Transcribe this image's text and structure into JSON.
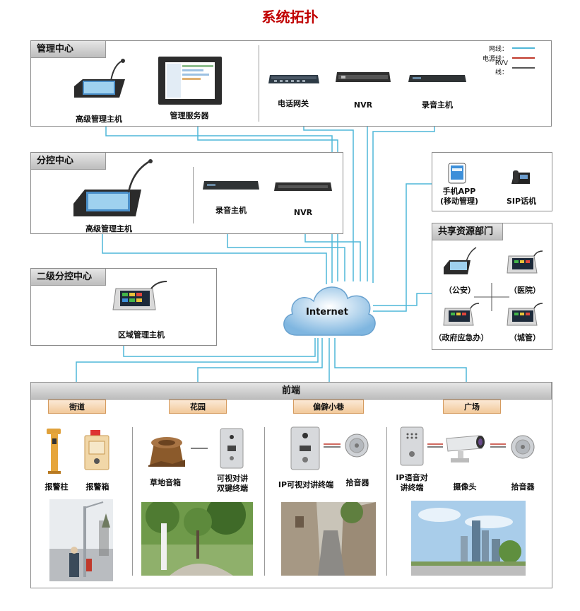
{
  "title": "系统拓扑",
  "legend": [
    {
      "label": "网线：",
      "color": "#4fb7d8"
    },
    {
      "label": "电源线：",
      "color": "#c0392b"
    },
    {
      "label": "RVV线：",
      "color": "#555555"
    }
  ],
  "management": {
    "header": "管理中心",
    "devices": [
      "高级管理主机",
      "管理服务器",
      "电话网关",
      "NVR",
      "录音主机"
    ]
  },
  "branch": {
    "header": "分控中心",
    "devices": [
      "高级管理主机",
      "录音主机",
      "NVR"
    ]
  },
  "secondary": {
    "header": "二级分控中心",
    "devices": [
      "区域管理主机"
    ]
  },
  "mobile": {
    "app": "手机APP\n(移动管理)",
    "sip": "SIP话机"
  },
  "shared": {
    "header": "共享资源部门",
    "depts": [
      "（公安）",
      "（医院）",
      "（政府应急办）",
      "（城管）"
    ]
  },
  "internet": "Internet",
  "frontend": {
    "header": "前端",
    "zones": [
      {
        "name": "街道",
        "devices": [
          "报警柱",
          "报警箱"
        ]
      },
      {
        "name": "花园",
        "devices": [
          "草地音箱",
          "可视对讲\n双键终端"
        ]
      },
      {
        "name": "偏僻小巷",
        "devices": [
          "IP可视对讲终端",
          "拾音器"
        ]
      },
      {
        "name": "广场",
        "devices": [
          "IP语音对\n讲终端",
          "摄像头",
          "拾音器"
        ]
      }
    ]
  },
  "colors": {
    "network": "#4fb7d8",
    "power": "#c0392b",
    "rvv": "#555555",
    "title": "#c00000",
    "tab": "#f2c99a"
  }
}
